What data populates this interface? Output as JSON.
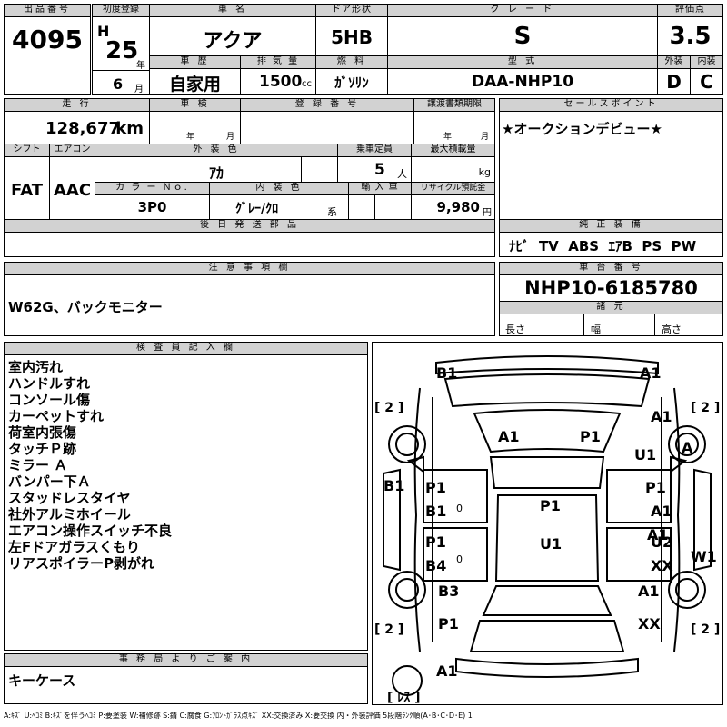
{
  "header": {
    "lot_label": "出品番号",
    "lot_value": "4095",
    "first_reg_label": "初度登録",
    "era_letter": "H",
    "year_value": "25",
    "year_unit": "年",
    "month_value": "6",
    "month_unit": "月",
    "car_name_label": "車 名",
    "car_name_value": "アクア",
    "door_label": "ドア形状",
    "door_value": "5HB",
    "grade_label": "グ レ ー ド",
    "grade_value": "S",
    "score_label": "評価点",
    "score_value": "3.5",
    "history_label": "車 歴",
    "history_value": "自家用",
    "displacement_label": "排 気 量",
    "displacement_value": "1500",
    "displacement_unit": "cc",
    "fuel_label": "燃 料",
    "fuel_value": "ｶﾞｿﾘﾝ",
    "model_label": "型 式",
    "model_value": "DAA-NHP10",
    "exterior_label": "外装",
    "exterior_value": "D",
    "interior_label": "内装",
    "interior_value": "C"
  },
  "row2": {
    "mileage_label": "走 行",
    "mileage_value": "128,677",
    "mileage_unit": "km",
    "inspection_label": "車 検",
    "inspection_year": "年",
    "inspection_month": "月",
    "regno_label": "登 録 番 号",
    "transfer_label": "譲渡書類期限",
    "transfer_year": "年",
    "transfer_month": "月",
    "shift_label": "シフト",
    "shift_value": "FAT",
    "ac_label": "エアコン",
    "ac_value": "AAC",
    "color_label": "外 装 色",
    "color_value": "ｱｶ",
    "capacity_label": "乗車定員",
    "capacity_value": "5",
    "capacity_unit": "人",
    "load_label": "最大積載量",
    "load_unit": "kg",
    "colorno_label": "カ ラ ー Ｎｏ.",
    "colorno_value": "3P0",
    "interior_color_label": "内 装 色",
    "interior_color_value": "ｸﾞﾚｰ/ｸﾛ",
    "interior_color_unit": "系",
    "import_label": "輸 入 車",
    "recycle_label": "リサイクル預託金",
    "recycle_value": "9,980",
    "recycle_unit": "円",
    "later_label": "後 日 発 送 部 品",
    "sales_label": "セールスポイント",
    "sales_value": "★オークションデビュー★",
    "equip_label": "純 正 装 備",
    "equip_value": "ﾅﾋﾞ  TV  ABS  ｴｱB  PS  PW"
  },
  "notes": {
    "label": "注 意 事 項 欄",
    "value": "W62G、バックモニター",
    "chassis_label": "車 台 番 号",
    "chassis_value": "NHP10-6185780",
    "spec_label": "諸 元",
    "length_label": "長さ",
    "width_label": "幅",
    "height_label": "高さ"
  },
  "inspector": {
    "label": "検 査 員 記 入 欄",
    "lines": [
      "室内汚れ",
      "ハンドルすれ",
      "コンソール傷",
      "カーペットすれ",
      "荷室内張傷",
      "タッチＰ跡",
      "ミラー Ａ",
      "バンパー下Ａ",
      "スタッドレスタイヤ",
      "社外アルミホイール",
      "エアコン操作スイッチ不良",
      "左Fドアガラスくもり",
      "リアスポイラーP剥がれ"
    ]
  },
  "office": {
    "label": "事 務 局 よ り ご 案 内",
    "value": "キーケース"
  },
  "legend": "A:ｷｽﾞ  U:ﾍｺﾐ  B:ｷｽﾞを伴うﾍｺﾐ  P:要塗装  W:補修跡  S:錆  C:腐食  G:ﾌﾛﾝﾄｶﾞﾗｽ点ｷｽﾞ  XX:交換済み  X:要交換  内・外装評価  5段階ﾗﾝｸ順(A･B･C･D･E) 1",
  "diagram": {
    "marks": [
      "B1",
      "A1",
      "[ 2 ]",
      "[ 2 ]",
      "A1",
      "P1",
      "A1",
      "U1",
      "A",
      "B1",
      "P1",
      "B1",
      "0",
      "P1",
      "P1",
      "A1",
      "A1",
      "P1",
      "B4",
      "0",
      "U1",
      "U2",
      "XX",
      "W1",
      "B3",
      "A1",
      "P1",
      "XX",
      "[ 2 ]",
      "[ 2 ]",
      "A1",
      "[ ﾚｽ ]"
    ]
  }
}
